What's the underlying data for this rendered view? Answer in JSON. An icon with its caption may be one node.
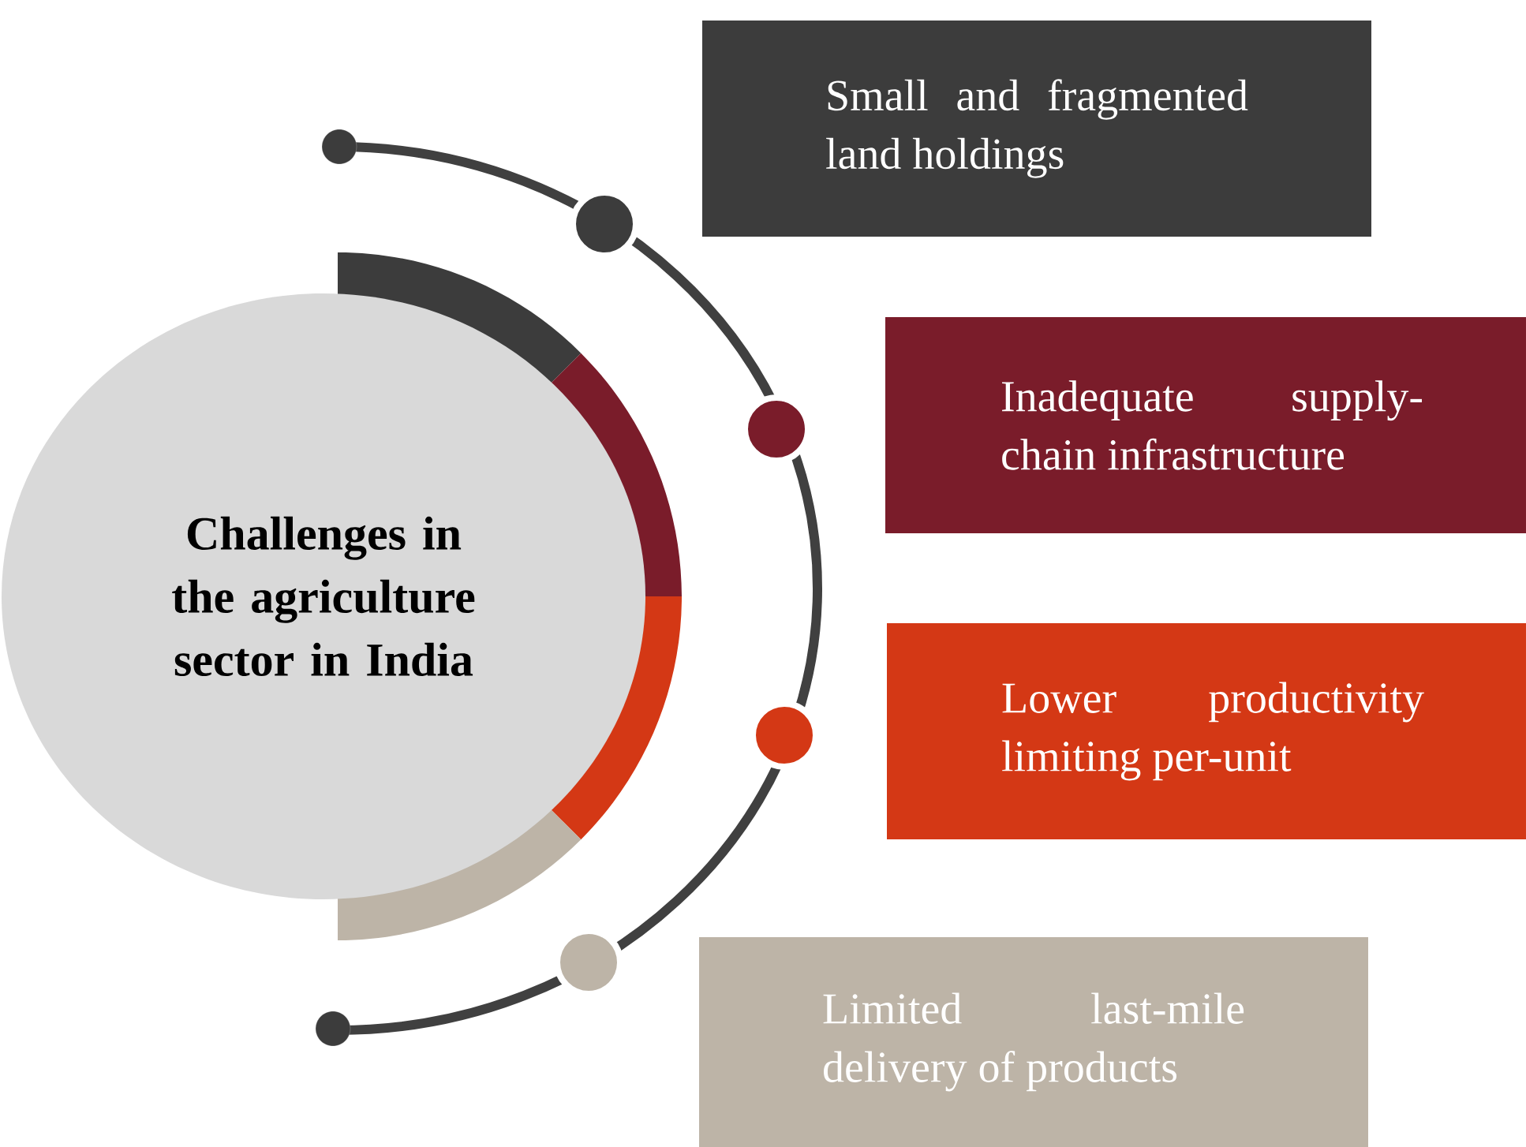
{
  "diagram": {
    "nodes": [
      {
        "text": [
          "Challenges in the agriculture sector in India"
        ]
      },
      {
        "text": [
          "Small and fragmented land holdings"
        ]
      },
      {
        "text": [
          "Inadequate supply-chain infrastructure"
        ]
      },
      {
        "text": [
          "Lower productivity limiting per-unit"
        ]
      },
      {
        "text": [
          "Limited last-mile delivery of products"
        ]
      }
    ]
  }
}
